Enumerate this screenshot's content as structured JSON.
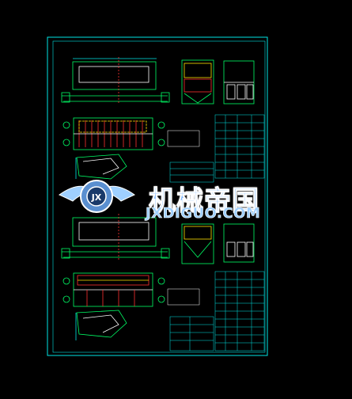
{
  "watermark": {
    "title": "机械帝国",
    "url": "JXDIGUO.COM",
    "logo_letters": "JX"
  },
  "colors": {
    "background": "#000000",
    "frame": "#00e5e5",
    "outline": "#00ff66",
    "detail_red": "#ff3030",
    "detail_yellow": "#ffe000",
    "detail_white": "#ffffff",
    "watermark": "#7fb8ff"
  }
}
